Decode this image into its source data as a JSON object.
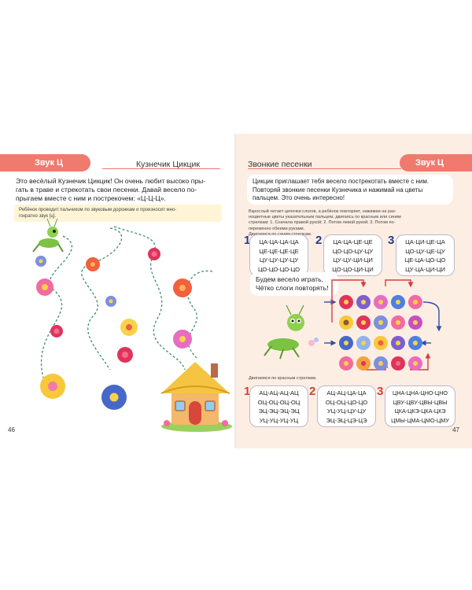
{
  "left_page": {
    "tab_label": "Звук Ц",
    "title": "Кузнечик Цикцик",
    "intro": [
      "Это весёлый Кузнечик Цикцик! Он очень любит высоко пры-",
      "гать в траве и стрекотать свои песенки. Давай весело по-",
      "прыгаем вместе с ним и пострекочем: «Ц-Ц-Ц»."
    ],
    "note": [
      "Ребёнок проводит пальчиком по звуковым дорожкам и произносит мно-",
      "гократно звук [ц]."
    ],
    "page_number": "46"
  },
  "right_page": {
    "tab_label": "Звук Ц",
    "title": "Звонкие песенки",
    "intro": [
      "Цикцик приглашает тебя весело пострекотать вместе с ним.",
      "Повторяй звонкие песенки Кузнечика и нажимай на цветы",
      "пальцем. Это очень интересно!"
    ],
    "instruction": [
      "Взрослый читает цепочки слогов, а ребёнок повторяет, нажимая на раз-",
      "ноцветные цветы указательным пальцем, двигаясь по красным или синим",
      "стрелкам: 1. Сначала правой рукой; 2. Потом левой рукой; 3. Потом по-",
      "переменно обеими руками."
    ],
    "blue_caption": "Двигаемся по синим стрелкам.",
    "blue_groups": [
      {
        "num": "1",
        "lines": [
          "ЦА-ЦА-ЦА-ЦА",
          "ЦЕ-ЦЕ-ЦЕ-ЦЕ",
          "ЦУ-ЦУ-ЦУ-ЦУ",
          "ЦО-ЦО-ЦО-ЦО"
        ]
      },
      {
        "num": "2",
        "lines": [
          "ЦА-ЦА-ЦЕ-ЦЕ",
          "ЦО-ЦО-ЦУ-ЦУ",
          "ЦУ-ЦУ-ЦИ-ЦИ",
          "ЦО-ЦО-ЦИ-ЦИ"
        ]
      },
      {
        "num": "3",
        "lines": [
          "ЦА-ЦИ-ЦЕ-ЦА",
          "ЦО-ЦУ-ЦЕ-ЦУ",
          "ЦЕ-ЦА-ЦО-ЦО",
          "ЦУ-ЦА-ЦИ-ЦИ"
        ]
      }
    ],
    "rhyme": [
      "Будем весело играть,",
      "Чётко слоги повторять!"
    ],
    "red_caption": "Двигаемся по красным стрелкам.",
    "red_groups": [
      {
        "num": "1",
        "lines": [
          "АЦ-АЦ-АЦ-АЦ",
          "ОЦ-ОЦ-ОЦ-ОЦ",
          "ЭЦ-ЭЦ-ЭЦ-ЭЦ",
          "УЦ-УЦ-УЦ-УЦ"
        ]
      },
      {
        "num": "2",
        "lines": [
          "АЦ-АЦ-ЦА-ЦА",
          "ОЦ-ОЦ-ЦО-ЦО",
          "УЦ-УЦ-ЦУ-ЦУ",
          "ЭЦ-ЭЦ-ЦЭ-ЦЭ"
        ]
      },
      {
        "num": "3",
        "lines": [
          "ЦНА-ЦНА-ЦНО-ЦНО",
          "ЦВУ-ЦВУ-ЦВЫ-ЦВЫ",
          "ЦКА-ЦКЭ-ЦКА-ЦКЭ",
          "ЦМЫ-ЦМА-ЦМО-ЦМУ"
        ]
      }
    ],
    "page_number": "47"
  },
  "colors": {
    "accent": "#f07a6e",
    "right_background": "#fdeee4",
    "note_background": "#fff4d6",
    "path_dash": "#3f8f6a",
    "arrow_blue": "#2f4fa8",
    "arrow_red": "#d63c3c"
  },
  "icons": [
    "grasshopper-icon",
    "house-icon",
    "flower-icon",
    "rose-icon",
    "arrow-icon"
  ]
}
